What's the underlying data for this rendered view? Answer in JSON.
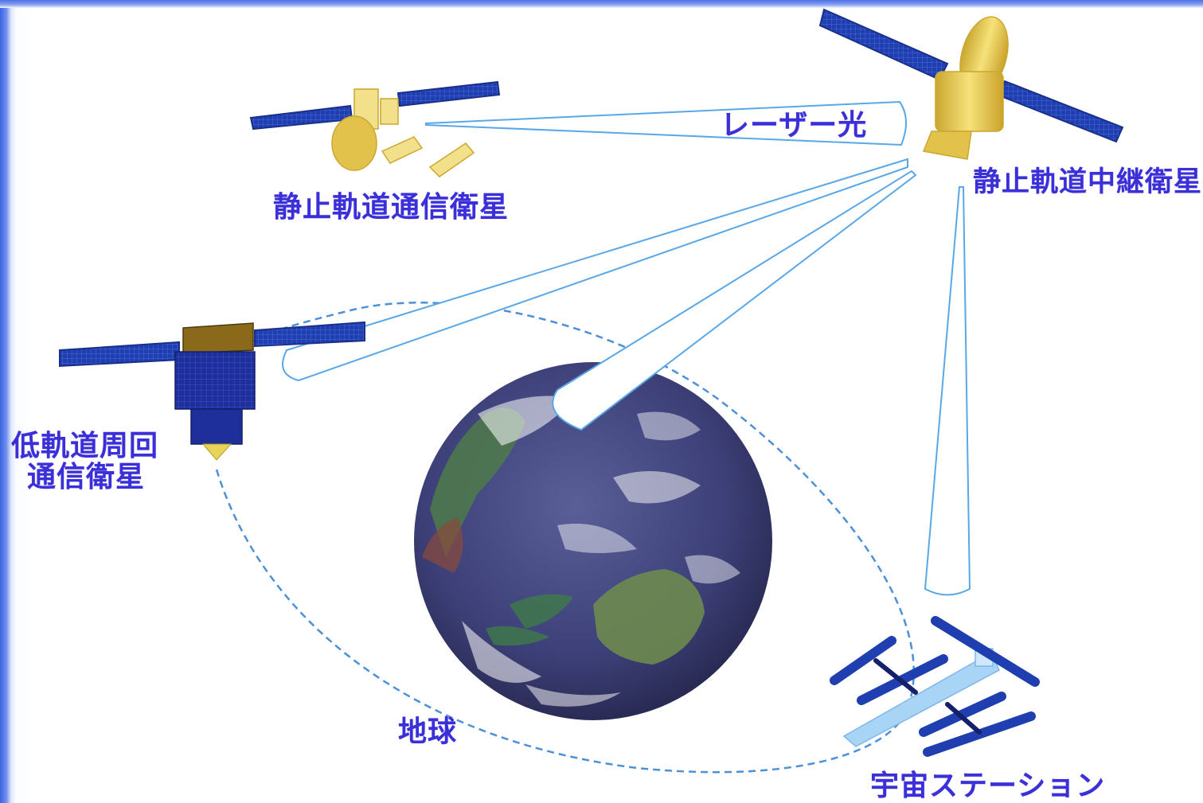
{
  "labels": {
    "laser": "レーザー光",
    "geo_comm_sat": "静止軌道通信衛星",
    "geo_relay_sat": "静止軌道中継衛星",
    "leo_sat_line1": "低軌道周回",
    "leo_sat_line2": "通信衛星",
    "earth": "地球",
    "space_station": "宇宙ステーション"
  },
  "colors": {
    "label_text": "#3b2fd8",
    "beam_line": "#5aa7e8",
    "orbit_line": "#4d90d8",
    "solar_panel": "#1f3fb0",
    "satellite_gold": "#e8c84a",
    "leo_body": "#1e2e9a",
    "station_truss": "#9cc9f2",
    "earth_ocean": "#3a3f78"
  }
}
